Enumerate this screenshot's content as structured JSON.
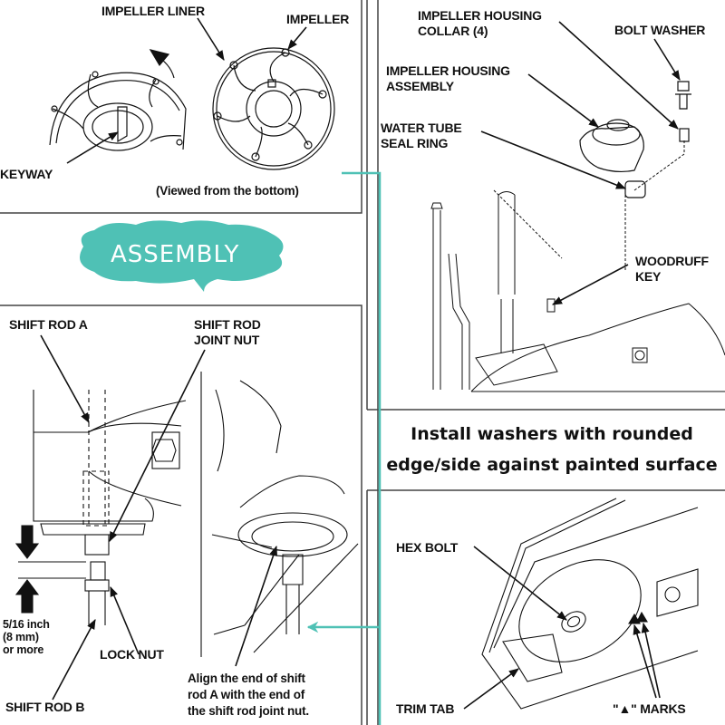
{
  "colors": {
    "line": "#111111",
    "frame": "#444444",
    "accent_teal": "#4fc1b5",
    "cloud_text": "#ffffff"
  },
  "banner": {
    "text": "ASSEMBLY"
  },
  "impeller_panel": {
    "labels": {
      "impeller_liner": "IMPELLER LINER",
      "impeller": "IMPELLER",
      "keyway": "KEYWAY",
      "caption": "(Viewed from the bottom)"
    }
  },
  "housing_panel": {
    "labels": {
      "collar": "IMPELLER HOUSING\nCOLLAR (4)",
      "bolt_washer": "BOLT WASHER",
      "housing_assembly": "IMPELLER HOUSING\nASSEMBLY",
      "seal_ring": "WATER TUBE\nSEAL RING",
      "woodruff_key": "WOODRUFF\nKEY"
    }
  },
  "washer_note": {
    "text": "Install washers with rounded\nedge/side against painted surface"
  },
  "shift_rod_panel": {
    "labels": {
      "shift_rod_a": "SHIFT ROD A",
      "joint_nut": "SHIFT ROD\nJOINT NUT",
      "gap": "5/16 inch\n(8 mm)\nor more",
      "lock_nut": "LOCK NUT",
      "shift_rod_b": "SHIFT ROD B",
      "align_note": "Align the end of shift\nrod A with the end of\nthe shift rod joint nut."
    }
  },
  "trim_panel": {
    "labels": {
      "hex_bolt": "HEX BOLT",
      "trim_tab": "TRIM TAB",
      "marks": "\"▲\" MARKS"
    }
  }
}
